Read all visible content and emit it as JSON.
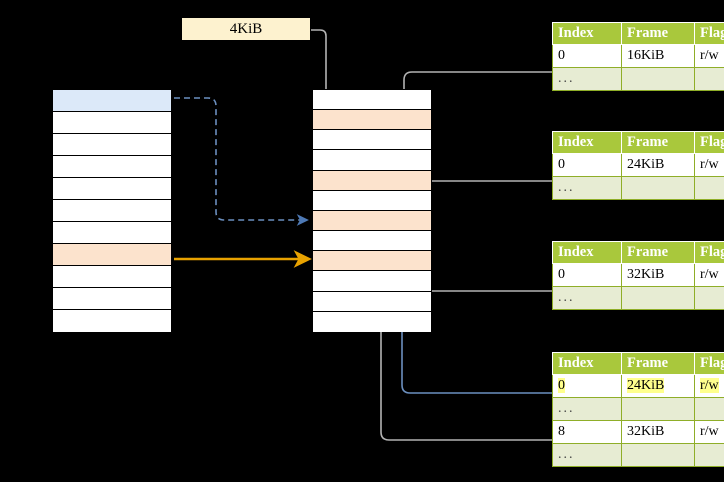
{
  "diagram": {
    "title": "page-table-walk",
    "label_box": {
      "text": "4KiB"
    },
    "colors": {
      "header_green": "#a9c83c",
      "dots_row": "#e7ecd3",
      "highlight_yellow": "#ffff8d",
      "row_orange": "#fce3cd",
      "row_blue": "#dce9f9",
      "arrow_blue": "#4d79b5",
      "arrow_orange": "#e8a200",
      "wire_gray": "#b3b3b3"
    },
    "left_column": {
      "name": "virtual-address-space",
      "row_count": 11,
      "rows": [
        {
          "fill": "blue",
          "label": ""
        },
        {
          "fill": "white",
          "label": ""
        },
        {
          "fill": "white",
          "label": ""
        },
        {
          "fill": "white",
          "label": ""
        },
        {
          "fill": "white",
          "label": ""
        },
        {
          "fill": "white",
          "label": ""
        },
        {
          "fill": "white",
          "label": ""
        },
        {
          "fill": "orange",
          "label": ""
        },
        {
          "fill": "white",
          "label": ""
        },
        {
          "fill": "white",
          "label": ""
        },
        {
          "fill": "white",
          "label": ""
        }
      ]
    },
    "middle_column": {
      "name": "physical-memory",
      "row_count": 12,
      "rows": [
        {
          "fill": "white",
          "label": ""
        },
        {
          "fill": "orange",
          "label": ""
        },
        {
          "fill": "white",
          "label": ""
        },
        {
          "fill": "white",
          "label": ""
        },
        {
          "fill": "orange",
          "label": ""
        },
        {
          "fill": "white",
          "label": ""
        },
        {
          "fill": "orange",
          "label": ""
        },
        {
          "fill": "white",
          "label": ""
        },
        {
          "fill": "orange",
          "label": ""
        },
        {
          "fill": "white",
          "label": ""
        },
        {
          "fill": "white",
          "label": ""
        },
        {
          "fill": "white",
          "label": ""
        }
      ]
    },
    "page_tables": [
      {
        "name": "page-table-level-1",
        "headers": [
          "Index",
          "Frame",
          "Flags"
        ],
        "rows": [
          {
            "type": "data",
            "index": "0",
            "frame": "16KiB",
            "flags": "r/w",
            "highlight": []
          },
          {
            "type": "dots",
            "index": "...",
            "frame": "",
            "flags": "",
            "highlight": []
          }
        ]
      },
      {
        "name": "page-table-level-2",
        "headers": [
          "Index",
          "Frame",
          "Flags"
        ],
        "rows": [
          {
            "type": "data",
            "index": "0",
            "frame": "24KiB",
            "flags": "r/w",
            "highlight": []
          },
          {
            "type": "dots",
            "index": "...",
            "frame": "",
            "flags": "",
            "highlight": []
          }
        ]
      },
      {
        "name": "page-table-level-3",
        "headers": [
          "Index",
          "Frame",
          "Flags"
        ],
        "rows": [
          {
            "type": "data",
            "index": "0",
            "frame": "32KiB",
            "flags": "r/w",
            "highlight": []
          },
          {
            "type": "dots",
            "index": "...",
            "frame": "",
            "flags": "",
            "highlight": []
          }
        ]
      },
      {
        "name": "page-table-level-4",
        "headers": [
          "Index",
          "Frame",
          "Flags"
        ],
        "rows": [
          {
            "type": "data",
            "index": "0",
            "frame": "24KiB",
            "flags": "r/w",
            "highlight": [
              "index",
              "frame",
              "flags"
            ]
          },
          {
            "type": "dots",
            "index": "...",
            "frame": "",
            "flags": "",
            "highlight": []
          },
          {
            "type": "data",
            "index": "8",
            "frame": "32KiB",
            "flags": "r/w",
            "highlight": []
          },
          {
            "type": "dots",
            "index": "...",
            "frame": "",
            "flags": "",
            "highlight": []
          }
        ]
      }
    ]
  }
}
